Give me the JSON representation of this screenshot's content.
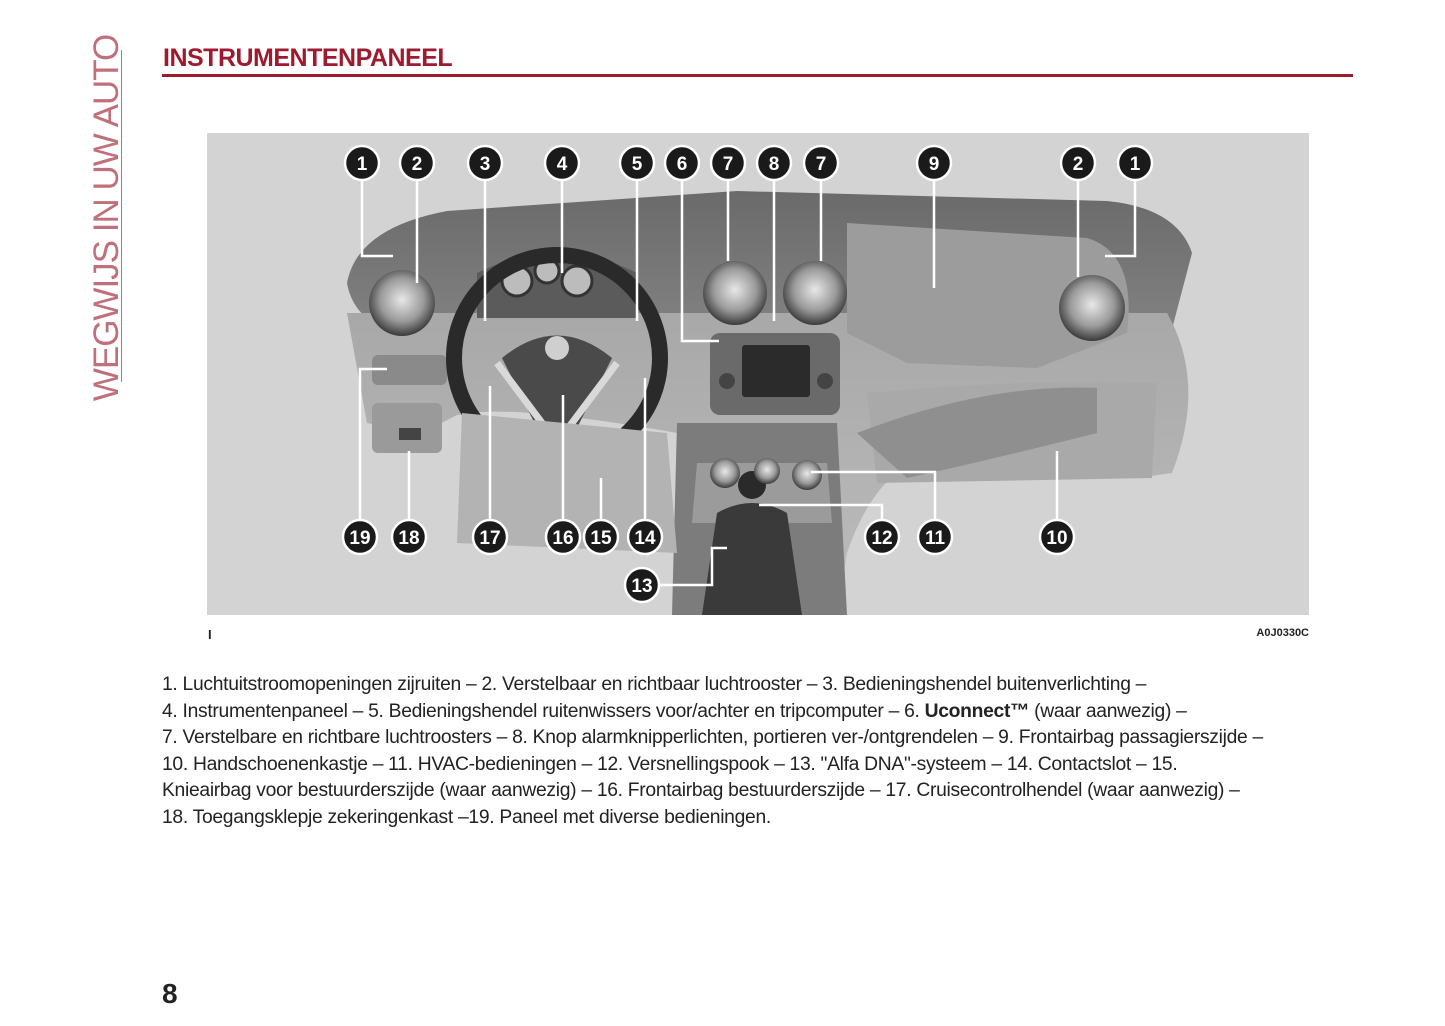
{
  "sidebar": {
    "section_title": "WEGWIJS IN UW AUTO"
  },
  "header": {
    "title": "INSTRUMENTENPANEEL"
  },
  "figure": {
    "mark": "I",
    "code": "A0J0330C",
    "callouts": [
      "1",
      "2",
      "3",
      "4",
      "5",
      "6",
      "7",
      "8",
      "7",
      "9",
      "2",
      "1",
      "19",
      "18",
      "17",
      "16",
      "15",
      "14",
      "12",
      "11",
      "10",
      "13"
    ]
  },
  "caption": {
    "line1": "1. Luchtuitstroomopeningen zijruiten – 2. Verstelbaar en richtbaar luchtrooster – 3. Bedieningshendel buitenverlichting –",
    "line2_a": "4. Instrumentenpaneel – 5. Bedieningshendel ruitenwissers voor/achter en tripcomputer – 6. ",
    "line2_b": "Uconnect™",
    "line2_c": " (waar aanwezig) –",
    "line3": "7. Verstelbare en richtbare luchtroosters – 8. Knop alarmknipperlichten, portieren ver-/ontgrendelen – 9. Frontairbag passagierszijde –",
    "line4": "10. Handschoenenkastje – 11. HVAC-bedieningen – 12. Versnellingspook – 13. \"Alfa DNA\"-systeem – 14. Contactslot – 15.",
    "line5": "Knieairbag voor bestuurderszijde (waar aanwezig) – 16. Frontairbag bestuurderszijde – 17. Cruisecontrolhendel (waar aanwezig) –",
    "line6": "18. Toegangsklepje zekeringenkast –19. Paneel met diverse bedieningen."
  },
  "footer": {
    "page_number": "8"
  }
}
